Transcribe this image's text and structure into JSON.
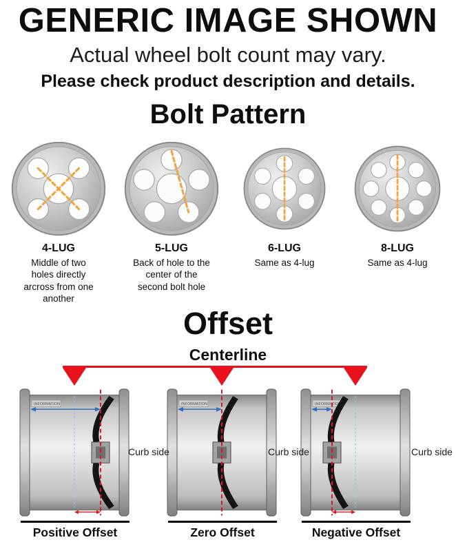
{
  "header": {
    "title": "GENERIC IMAGE SHOWN",
    "subtitle": "Actual wheel bolt count may vary.",
    "note": "Please check product description and details."
  },
  "bolt_pattern": {
    "title": "Bolt Pattern",
    "items": [
      {
        "label": "4-LUG",
        "description": "Middle of two holes directly arcross from one another"
      },
      {
        "label": "5-LUG",
        "description": "Back of hole to the center of the second bolt hole"
      },
      {
        "label": "6-LUG",
        "description": "Same as 4-lug"
      },
      {
        "label": "8-LUG",
        "description": "Same as 4-lug"
      }
    ]
  },
  "offset": {
    "title": "Offset",
    "centerline_label": "Centerline",
    "curb_side_label": "Curb side",
    "barrel_text": "INFORMATION",
    "items": [
      {
        "label": "Positive Offset"
      },
      {
        "label": "Zero Offset"
      },
      {
        "label": "Negative Offset"
      }
    ]
  },
  "colors": {
    "accent_red": "#e8111c",
    "dash_orange": "#f2a33c",
    "arrow_blue": "#2d6fc2"
  }
}
